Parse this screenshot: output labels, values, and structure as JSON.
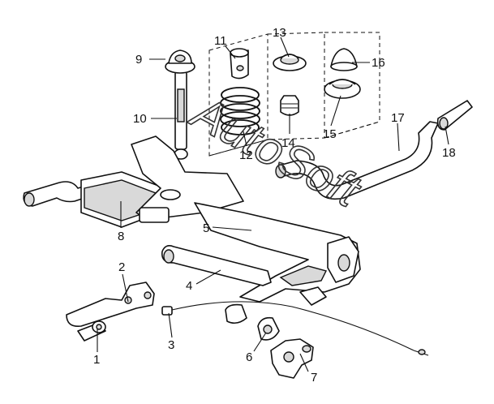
{
  "watermark": "AutoSoft",
  "callouts": [
    {
      "id": "c1",
      "text": "1"
    },
    {
      "id": "c2",
      "text": "2"
    },
    {
      "id": "c3",
      "text": "3"
    },
    {
      "id": "c4",
      "text": "4"
    },
    {
      "id": "c5",
      "text": "5"
    },
    {
      "id": "c6",
      "text": "6"
    },
    {
      "id": "c7",
      "text": "7"
    },
    {
      "id": "c8",
      "text": "8"
    },
    {
      "id": "c9",
      "text": "9"
    },
    {
      "id": "c10",
      "text": "10"
    },
    {
      "id": "c11",
      "text": "11"
    },
    {
      "id": "c12",
      "text": "12"
    },
    {
      "id": "c13",
      "text": "13"
    },
    {
      "id": "c14",
      "text": "14"
    },
    {
      "id": "c15",
      "text": "15"
    },
    {
      "id": "c16",
      "text": "16"
    },
    {
      "id": "c17",
      "text": "17"
    },
    {
      "id": "c18",
      "text": "18"
    }
  ]
}
